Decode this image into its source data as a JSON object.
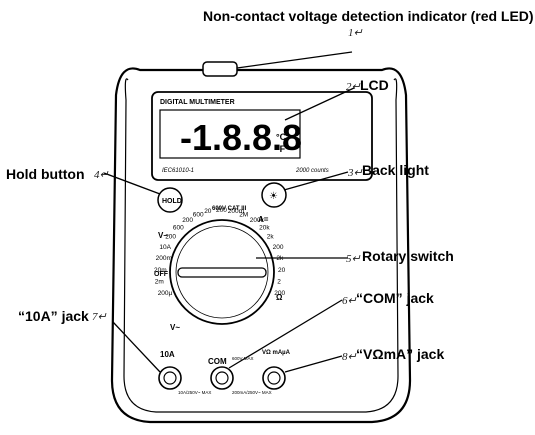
{
  "callouts": [
    {
      "num": "1↵",
      "label": "Non-contact voltage detection indicator (red LED)"
    },
    {
      "num": "2↵",
      "label": "LCD"
    },
    {
      "num": "3↵",
      "label": "Back light"
    },
    {
      "num": "4↵",
      "label": "Hold button"
    },
    {
      "num": "5↵",
      "label": "Rotary switch"
    },
    {
      "num": "6↵",
      "label": "“COM” jack"
    },
    {
      "num": "7↵",
      "label": "“10A” jack"
    },
    {
      "num": "8↵",
      "label": "“VΩmA” jack"
    }
  ],
  "meter": {
    "brand_label": "DIGITAL MULTIMETER",
    "display_value": "-1.8.8.8",
    "unit_c": "°C",
    "unit_f": "°F",
    "standard": "IEC61010-1",
    "counts": "2000 counts",
    "hold_button": "HOLD",
    "rating": "600V  CAT III",
    "off_label": "OFF",
    "dial_labels": [
      "200µ",
      "2m",
      "20m",
      "200m",
      "10A",
      "200",
      "600",
      "200",
      "600",
      "20",
      "200",
      "200m",
      "2M",
      "200k",
      "20k",
      "2k",
      "200",
      "2k",
      "20",
      "2",
      "200"
    ],
    "unit_marks": [
      "V–",
      "A=",
      "Ω",
      "V~"
    ],
    "jack_10a": "10A",
    "jack_com": "COM",
    "jack_vohm": "VΩ mAµA",
    "fuse_10a": "10A/250V~ MAX",
    "fuse_ma": "200mA/250V~ MAX",
    "max_600": "600V MAX"
  }
}
